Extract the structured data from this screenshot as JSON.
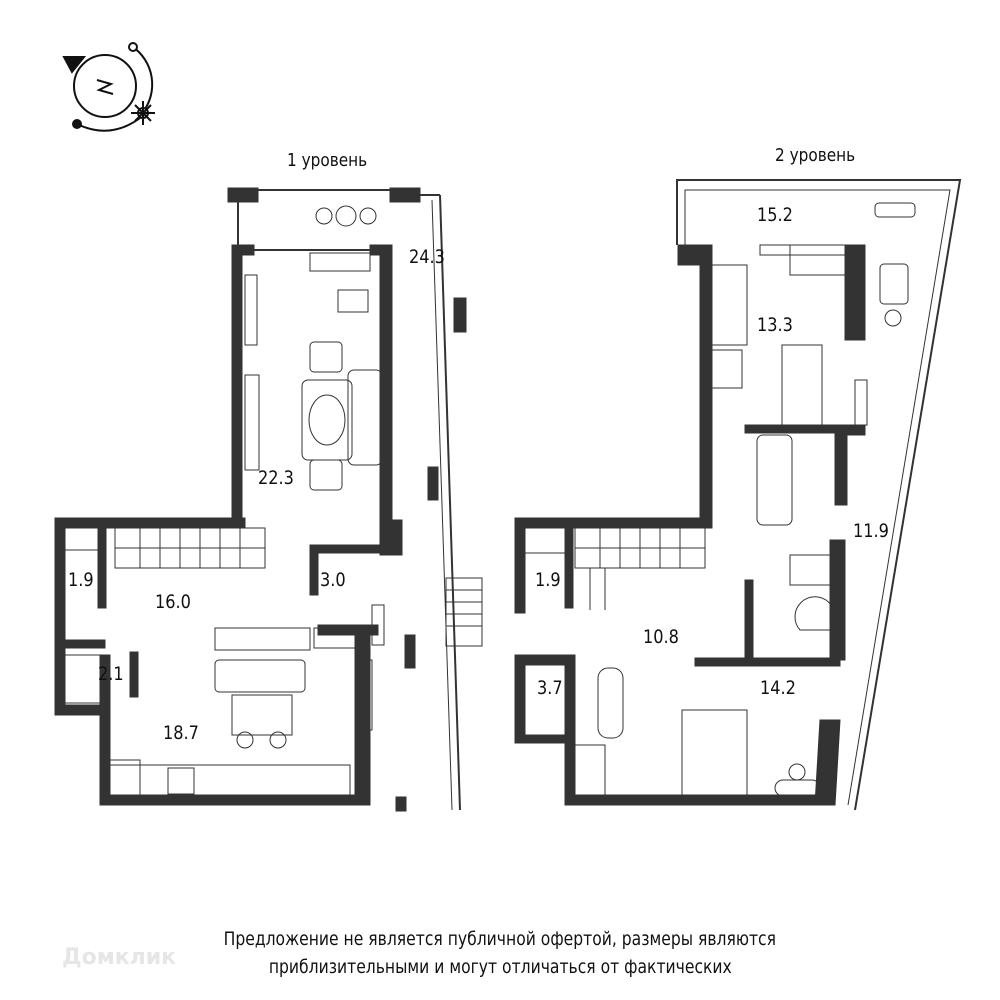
{
  "compass": {
    "letter": "N"
  },
  "levels": [
    {
      "title": "1 уровень",
      "rooms": [
        "24.3",
        "22.3",
        "1.9",
        "16.0",
        "3.0",
        "2.1",
        "18.7"
      ]
    },
    {
      "title": "2 уровень",
      "rooms": [
        "15.2",
        "13.3",
        "11.9",
        "1.9",
        "10.8",
        "3.7",
        "14.2"
      ]
    }
  ],
  "disclaimer": [
    "Предложение не является публичной офертой, размеры являются",
    "приблизительными и могут отличаться от фактических"
  ],
  "watermark": "Домклик",
  "colors": {
    "wall": "#333333",
    "line": "#222222"
  }
}
